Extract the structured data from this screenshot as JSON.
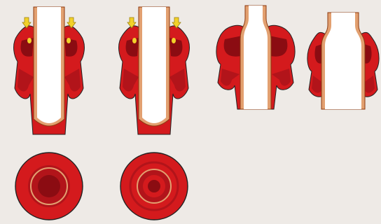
{
  "colors": {
    "background": "#eeeae6",
    "tissue_red": "#d41a1d",
    "tissue_dark": "#8b0c12",
    "tissue_mid": "#b2141a",
    "lining_tan": "#e2a070",
    "lining_edge": "#8c3a10",
    "lumen": "#ffffff",
    "arrow_yellow": "#f2d12a",
    "arrow_outline": "#9c8110",
    "outline": "#222222"
  },
  "figure": {
    "longitudinal_sections": [
      {
        "id": "section-1",
        "lumen_form": "closed-bottom",
        "has_arrows": true
      },
      {
        "id": "section-2",
        "lumen_form": "closed-bottom",
        "has_arrows": true
      },
      {
        "id": "section-3",
        "lumen_form": "open-narrowed-neck",
        "has_arrows": false
      },
      {
        "id": "section-4",
        "lumen_form": "open-wide-neck",
        "has_arrows": false
      }
    ],
    "cross_sections": [
      {
        "id": "cross-section-1",
        "ring_count": 3
      },
      {
        "id": "cross-section-2",
        "ring_count": 4
      }
    ]
  }
}
